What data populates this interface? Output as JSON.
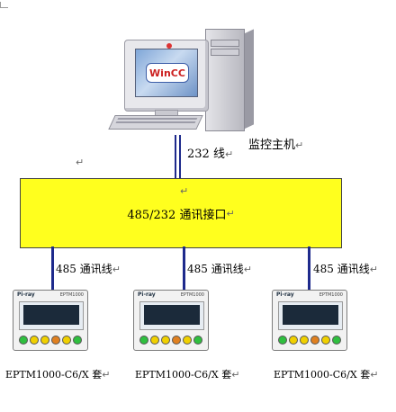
{
  "computer": {
    "screen_logo": "WinCC",
    "label": "监控主机"
  },
  "link_top": {
    "label": "232 线"
  },
  "converter": {
    "label": "485/232 通讯接口"
  },
  "links": [
    {
      "label": "485 通讯线"
    },
    {
      "label": "485 通讯线"
    },
    {
      "label": "485 通讯线"
    }
  ],
  "devices": [
    {
      "label": "EPTM1000-C6/X 套",
      "logo": "Pi-ray",
      "model": "EPTM1000"
    },
    {
      "label": "EPTM1000-C6/X 套",
      "logo": "Pi-ray",
      "model": "EPTM1000"
    },
    {
      "label": "EPTM1000-C6/X 套",
      "logo": "Pi-ray",
      "model": "EPTM1000"
    }
  ],
  "colors": {
    "converter_fill": "#ffff1e",
    "line": "#1e2a8c",
    "button_colors": [
      "#2fbf3f",
      "#f0d000",
      "#f0d000",
      "#e08020",
      "#f0d000",
      "#2fbf3f"
    ]
  },
  "paragraph_mark": "↵",
  "icons": [
    "computer-monitor-icon",
    "computer-tower-icon",
    "keyboard-icon",
    "device-panel-icon"
  ]
}
